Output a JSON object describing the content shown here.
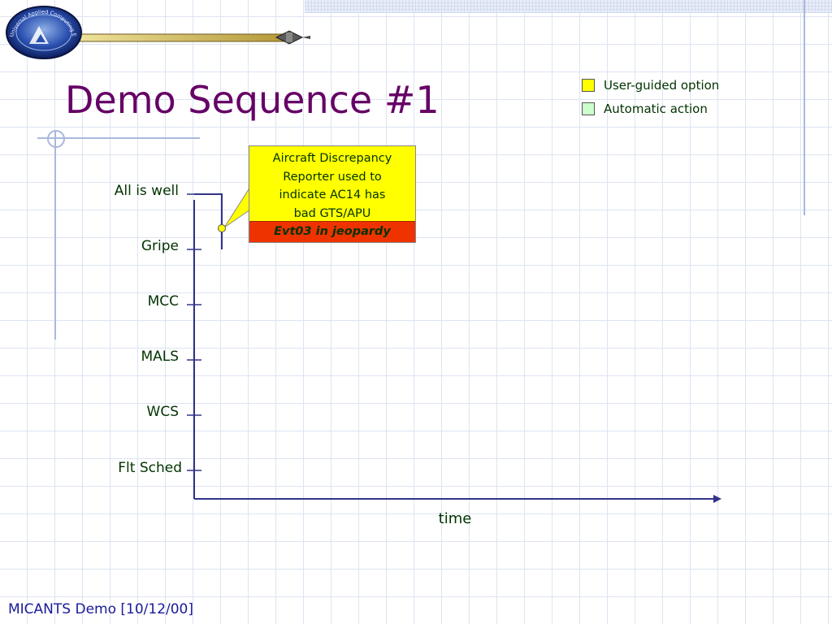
{
  "slide": {
    "title": "Demo Sequence #1",
    "footer": "MICANTS Demo [10/12/00]"
  },
  "legend": [
    {
      "label": "User-guided option",
      "color": "#ffff00"
    },
    {
      "label": "Automatic action",
      "color": "#ccffcc"
    }
  ],
  "diagram": {
    "levels": [
      "All is well",
      "Gripe",
      "MCC",
      "MALS",
      "WCS",
      "Flt Sched"
    ],
    "x_axis_label": "time",
    "callout": {
      "text": "Aircraft Discrepancy Reporter used to indicate AC14 has bad GTS/APU",
      "lines": [
        "Aircraft Discrepancy",
        "Reporter used to",
        "indicate AC14 has",
        "bad GTS/APU"
      ],
      "status": "Evt03 in jeopardy",
      "fill_color": "#ffff00",
      "status_color": "#ee3300"
    },
    "colors": {
      "axis": "#33338a",
      "text": "#003300",
      "title": "#660066"
    }
  },
  "logo": {
    "name": "satellite-logo",
    "ring_text": "Universal Applied Computing Environment"
  }
}
